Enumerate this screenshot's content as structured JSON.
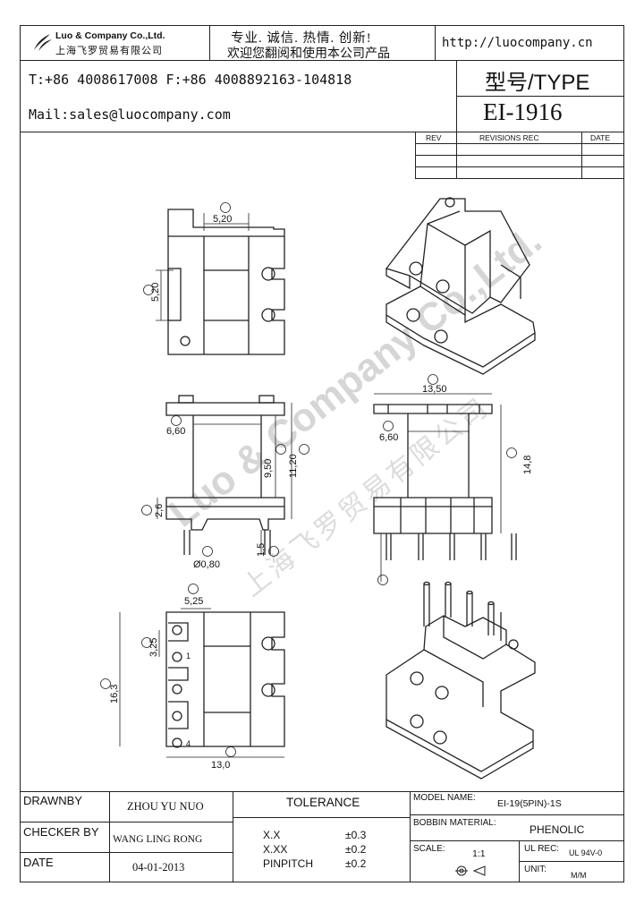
{
  "header": {
    "company_en": "Luo & Company Co.,Ltd.",
    "company_cn": "上海飞罗贸易有限公司",
    "slogan_1": "专业. 诚信. 热情. 创新!",
    "slogan_2": "欢迎您翻阅和使用本公司产品",
    "website": "http://luocompany.cn",
    "phone_fax": "T:+86 4008617008 F:+86 4008892163-104818",
    "mail": "Mail:sales@luocompany.com",
    "type_label": "型号/TYPE",
    "model": "EI-1916"
  },
  "revisions": {
    "col_rev": "REV",
    "col_rec": "REVISIONS REC",
    "col_date": "DATE"
  },
  "dimensions": {
    "top_g": "5,20",
    "side_g": "5,20",
    "front_h": "6,60",
    "front_e": "9,50",
    "front_f": "11,20",
    "front_j": "2,6",
    "front_k": "1,5",
    "front_c": "Ø0,80",
    "side_i": "13,50",
    "side_h": "6,60",
    "side_d": "14,8",
    "bottom_a": "5,25",
    "bottom_b": "3,25",
    "bottom_m": "16,3",
    "bottom_n": "13,0",
    "pin_1": "1",
    "pin_4": "4"
  },
  "watermark": {
    "en": "Luo & Company Co.,Ltd.",
    "cn": "上海飞罗贸易有限公司"
  },
  "title_block": {
    "drawnby_label": "DRAWNBY",
    "drawnby_value": "ZHOU YU NUO",
    "checker_label": "CHECKER BY",
    "checker_value": "WANG LING RONG",
    "date_label": "DATE",
    "date_value": "04-01-2013",
    "tolerance_label": "TOLERANCE",
    "tol_rows": [
      {
        "k": "X.X",
        "v": "±0.3"
      },
      {
        "k": "X.XX",
        "v": "±0.2"
      },
      {
        "k": "PINPITCH",
        "v": "±0.2"
      }
    ],
    "model_name_label": "MODEL NAME:",
    "model_name_value": "EI-19(5PIN)-1S",
    "bobbin_label": "BOBBIN MATERIAL:",
    "bobbin_value": "PHENOLIC",
    "scale_label": "SCALE:",
    "scale_value": "1:1",
    "ul_label": "UL REC:",
    "ul_value": "UL 94V-0",
    "unit_label": "UNIT:",
    "unit_value": "M/M"
  }
}
